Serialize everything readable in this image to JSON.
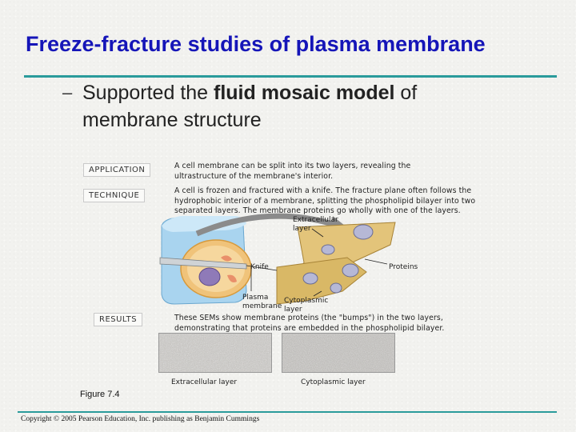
{
  "slide": {
    "title": "Freeze-fracture studies of plasma membrane",
    "bullet_dash": "–",
    "bullet_part1": "Supported the ",
    "bullet_bold": "fluid mosaic model",
    "bullet_part2": " of membrane structure"
  },
  "figure": {
    "application_label": "APPLICATION",
    "application_text": "A cell membrane can be split into its two layers, revealing the ultrastructure of the membrane's interior.",
    "technique_label": "TECHNIQUE",
    "technique_text": "A cell is frozen and fractured with a knife. The fracture plane often follows the hydrophobic interior of a membrane, splitting the phospholipid bilayer into two separated layers. The membrane proteins go wholly with one of the layers.",
    "label_extracellular": "Extracellular layer",
    "label_knife": "Knife",
    "label_proteins": "Proteins",
    "label_plasma": "Plasma membrane",
    "label_cytoplasmic": "Cytoplasmic layer",
    "results_label": "RESULTS",
    "results_text": "These SEMs show membrane proteins (the \"bumps\") in the two layers, demonstrating that proteins are embedded in the phospholipid bilayer.",
    "sem_left_caption": "Extracellular layer",
    "sem_right_caption": "Cytoplasmic layer",
    "figure_number": "Figure 7.4"
  },
  "footer": {
    "copyright": "Copyright © 2005 Pearson Education, Inc. publishing as Benjamin Cummings"
  }
}
